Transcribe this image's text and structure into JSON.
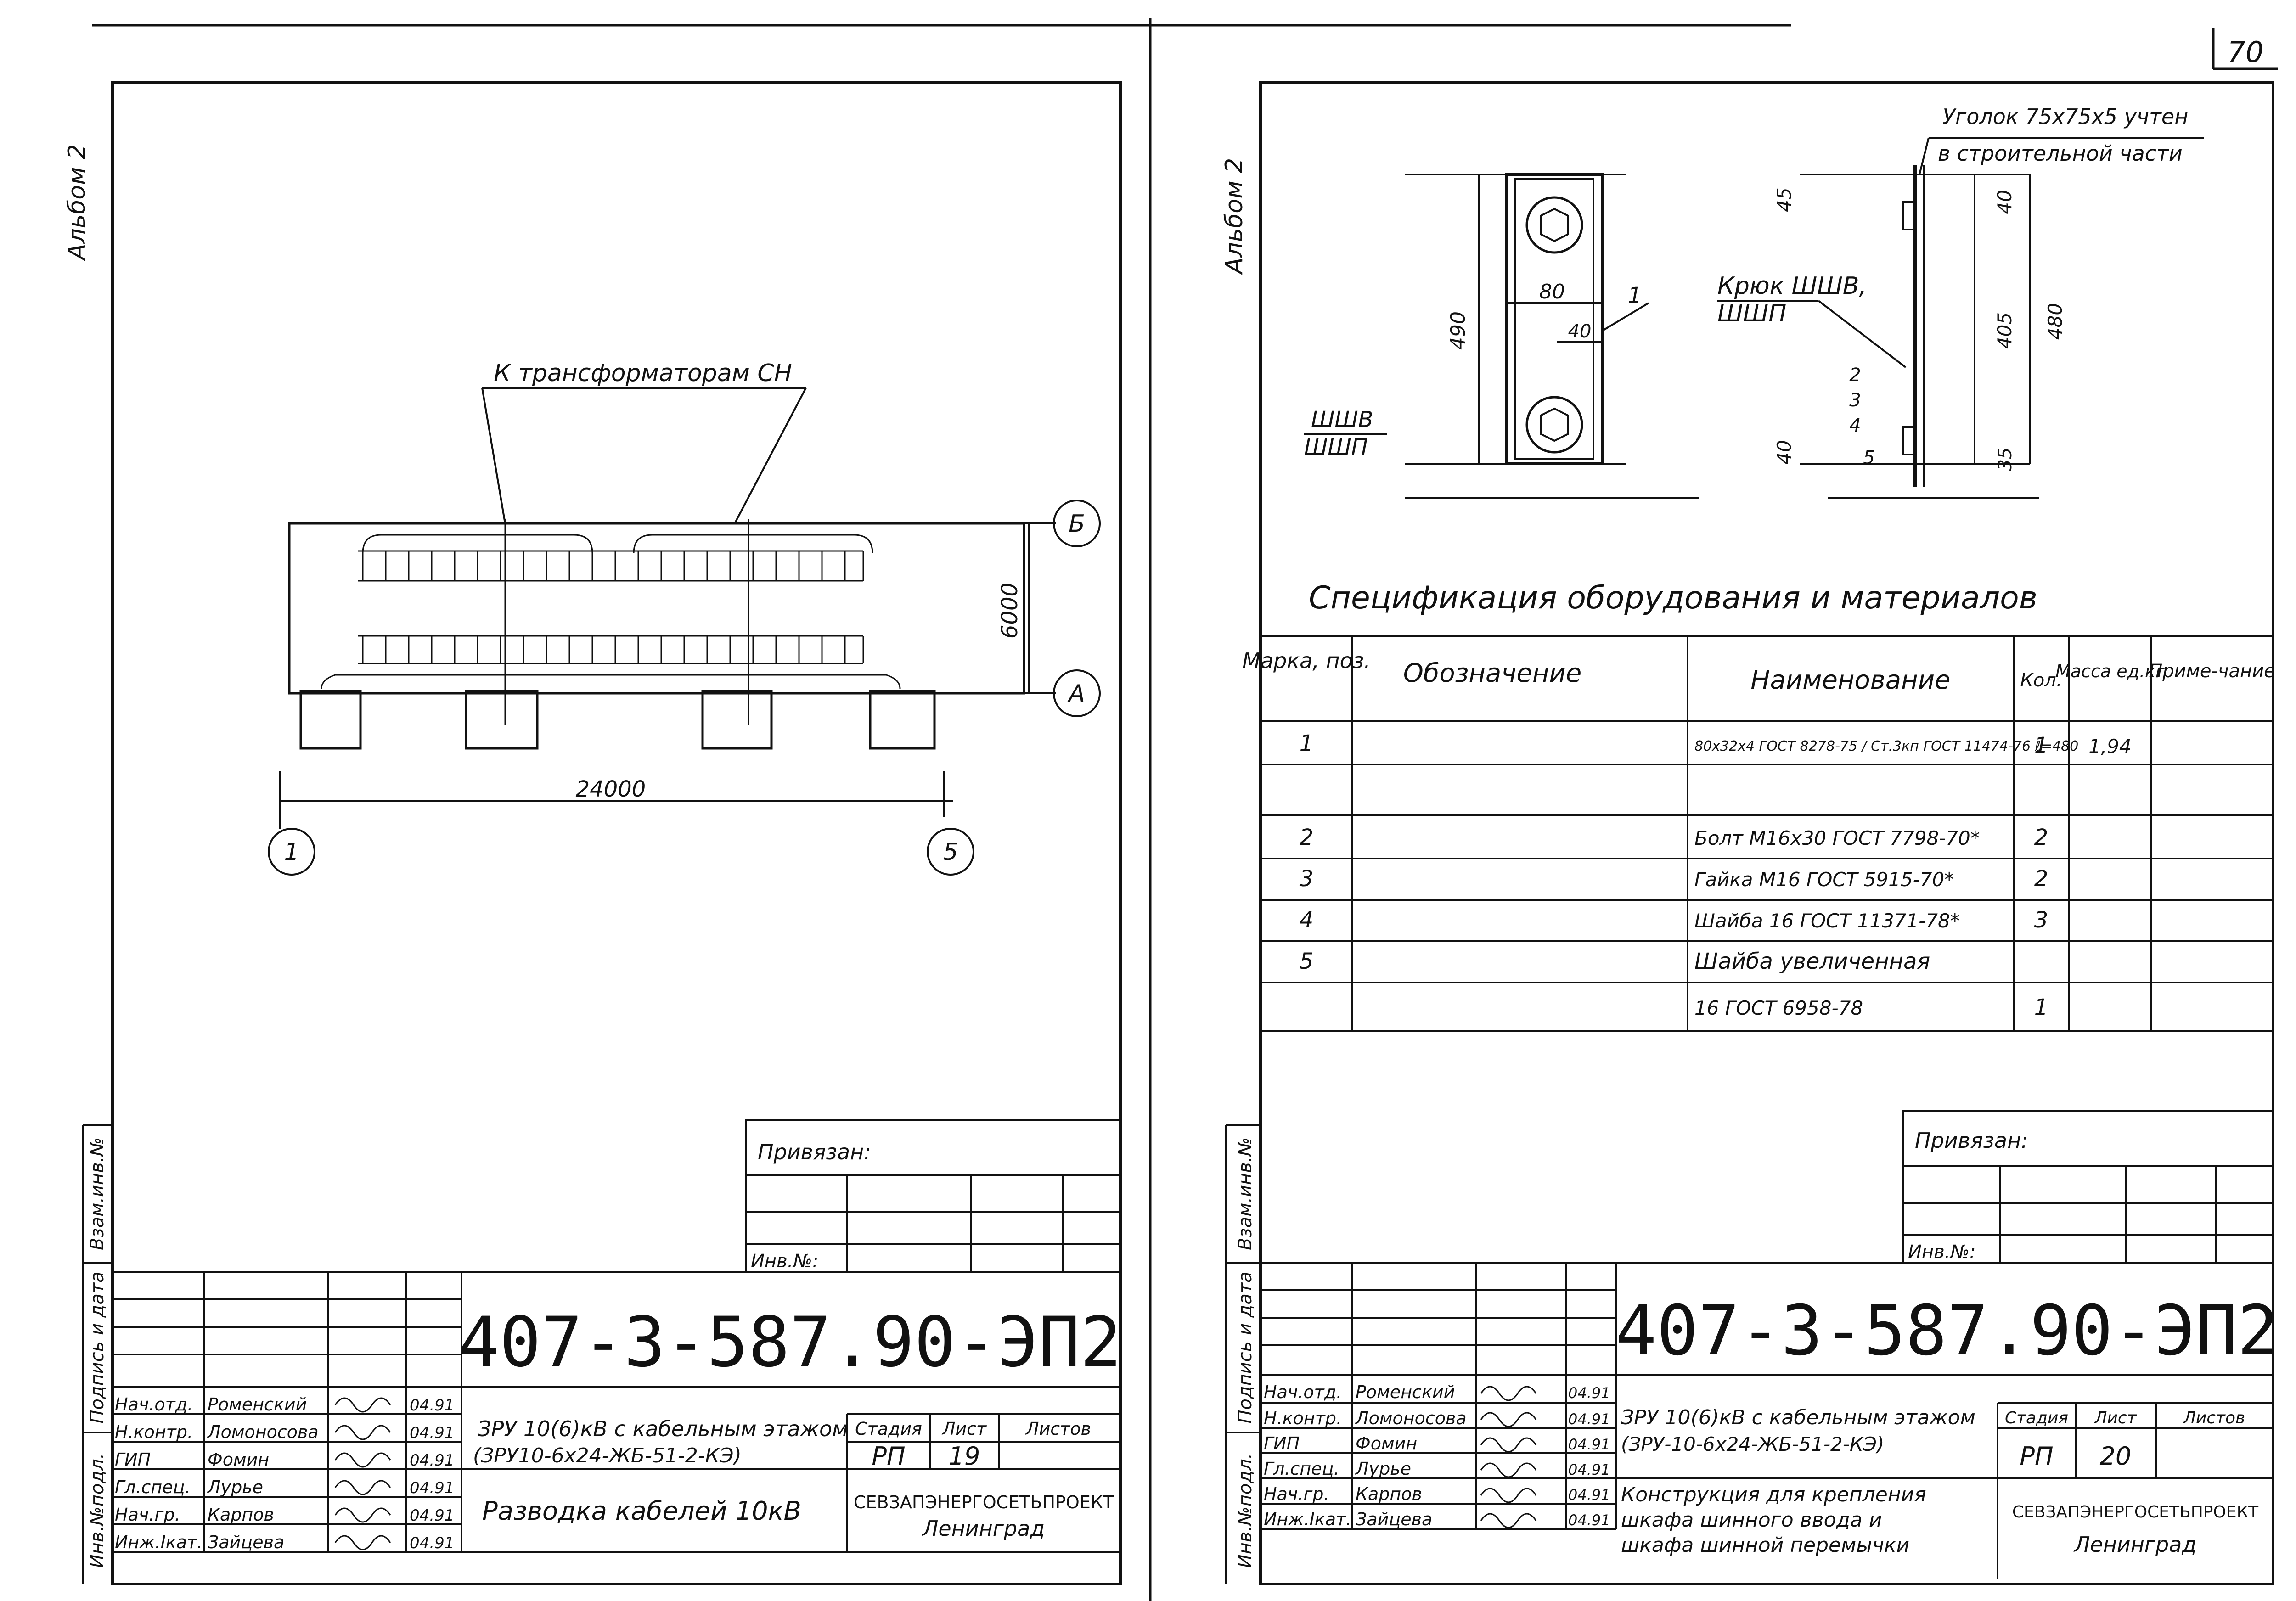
{
  "page_number": "70",
  "left_sheet": {
    "side_label": "Альбом 2",
    "plan": {
      "leader_label": "К трансформаторам СН",
      "dim_width": "24000",
      "dim_height": "6000",
      "axis_b": "Б",
      "axis_a": "А",
      "axis_1": "1",
      "axis_5": "5"
    },
    "margin_labels": [
      "Инв.№подл.",
      "Подпись и дата",
      "Взам.инв.№"
    ],
    "title_block": {
      "privyazan": "Привязан:",
      "inv": "Инв.№:",
      "code": "407-3-587.90-ЭП2",
      "roles": [
        "Нач.отд.",
        "Н.контр.",
        "ГИП",
        "Гл.спец.",
        "Нач.гр.",
        "Инж.Iкат."
      ],
      "names": [
        "Роменский",
        "Ломоносова",
        "Фомин",
        "Лурье",
        "Карпов",
        "Зайцева"
      ],
      "dates": [
        "04.91",
        "04.91",
        "04.91",
        "04.91",
        "04.91",
        "04.91"
      ],
      "project_line1": "ЗРУ 10(6)кВ с кабельным этажом",
      "project_line2": "(ЗРУ10-6х24-ЖБ-51-2-КЭ)",
      "sheet_title": "Разводка кабелей 10кВ",
      "stage_h": "Стадия",
      "sheet_h": "Лист",
      "sheets_h": "Листов",
      "stage": "РП",
      "sheet": "19",
      "org": "СЕВЗАПЭНЕРГОСЕТЬПРОЕКТ",
      "city": "Ленинград"
    }
  },
  "right_sheet": {
    "side_label": "Альбом 2",
    "detail": {
      "ugolok_line1": "Уголок 75х75х5 учтен",
      "ugolok_line2": "в строительной части",
      "kryuk_line1": "Крюк ШШВ,",
      "kryuk_line2": "ШШП",
      "shv": "ШШВ",
      "shp": "ШШП",
      "dims": [
        "490",
        "80",
        "40",
        "1",
        "45",
        "40",
        "405",
        "480",
        "2",
        "3",
        "4",
        "40",
        "5",
        "35"
      ]
    },
    "spec_title": "Спецификация оборудования и материалов",
    "spec": {
      "headers": [
        "Марка, поз.",
        "Обозначение",
        "Наименование",
        "Кол.",
        "Масса ед.кг",
        "Приме-чание"
      ],
      "rows": [
        {
          "pos": "1",
          "name": "80х32х4 ГОСТ 8278-75 / Ст.3кп ГОСТ 11474-76 ℓ=480",
          "qty": "1",
          "mass": "1,94"
        },
        {
          "pos": "",
          "name": "",
          "qty": "",
          "mass": ""
        },
        {
          "pos": "2",
          "name": "Болт М16х30 ГОСТ 7798-70*",
          "qty": "2",
          "mass": ""
        },
        {
          "pos": "3",
          "name": "Гайка М16 ГОСТ 5915-70*",
          "qty": "2",
          "mass": ""
        },
        {
          "pos": "4",
          "name": "Шайба 16 ГОСТ 11371-78*",
          "qty": "3",
          "mass": ""
        },
        {
          "pos": "5",
          "name": "Шайба увеличенная",
          "qty": "",
          "mass": ""
        },
        {
          "pos": "",
          "name": "16 ГОСТ 6958-78",
          "qty": "1",
          "mass": ""
        }
      ]
    },
    "title_block": {
      "privyazan": "Привязан:",
      "inv": "Инв.№:",
      "code": "407-3-587.90-ЭП2",
      "roles": [
        "Нач.отд.",
        "Н.контр.",
        "ГИП",
        "Гл.спец.",
        "Нач.гр.",
        "Инж.Iкат."
      ],
      "names": [
        "Роменский",
        "Ломоносова",
        "Фомин",
        "Лурье",
        "Карпов",
        "Зайцева"
      ],
      "dates": [
        "04.91",
        "04.91",
        "04.91",
        "04.91",
        "04.91",
        "04.91"
      ],
      "project_line1": "ЗРУ 10(6)кВ с кабельным этажом",
      "project_line2": "(ЗРУ-10-6х24-ЖБ-51-2-КЭ)",
      "sheet_title_l1": "Конструкция для крепления",
      "sheet_title_l2": "шкафа шинного ввода и",
      "sheet_title_l3": "шкафа шинной перемычки",
      "stage_h": "Стадия",
      "sheet_h": "Лист",
      "sheets_h": "Листов",
      "stage": "РП",
      "sheet": "20",
      "org": "СЕВЗАПЭНЕРГОСЕТЬПРОЕКТ",
      "city": "Ленинград"
    }
  }
}
